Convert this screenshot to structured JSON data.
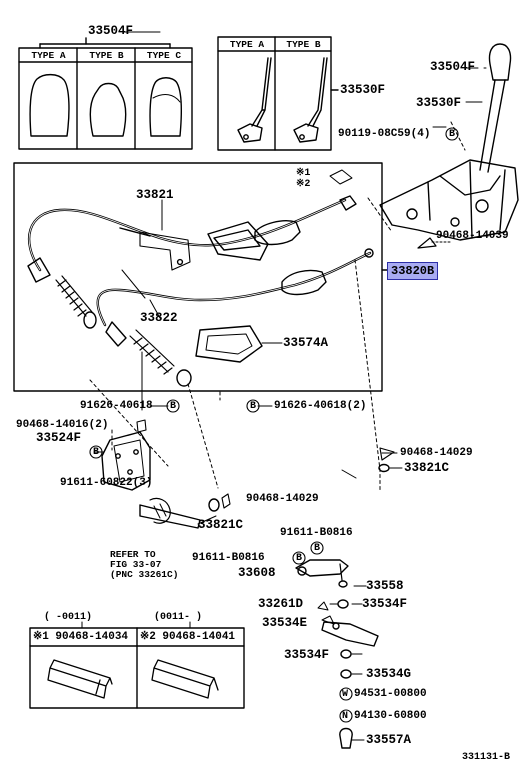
{
  "header": {
    "knob_part": "33504F",
    "knob_types": [
      "TYPE A",
      "TYPE B",
      "TYPE C"
    ],
    "lever_types": [
      "TYPE A",
      "TYPE B"
    ],
    "lever_part": "33530F"
  },
  "parts": {
    "knob_upper": "33504F",
    "lever_upper": "33530F",
    "bolt_lever": "90119-08C59(4)",
    "clip_main": "90468-14039",
    "cable_main": "33820B",
    "cable_1": "33821",
    "cable_2": "33822",
    "plate": "33574A",
    "bolt_left": "91626-40618",
    "bolt_right": "91626-40618(2)",
    "clip_left": "90468-14016(2)",
    "bracket": "33524F",
    "nut": "91611-60822(3)",
    "clip_right": "90468-14029",
    "clip_lower": "90468-14029",
    "bush_right": "33821C",
    "bush_lower": "33821C",
    "bolt_b": "91611-B0816",
    "bolt_b2": "91611-B0816",
    "lever_lower": "33608",
    "part_33558": "33558",
    "part_33261d": "33261D",
    "part_33534f_a": "33534F",
    "part_33534e": "33534E",
    "part_33534f_b": "33534F",
    "part_33534g": "33534G",
    "washer": "94531-00800",
    "nut_n": "94130-60800",
    "part_33557a": "33557A"
  },
  "markers": {
    "m1": "※1",
    "m2": "※2",
    "bolt": "B",
    "washer": "W",
    "nut": "N"
  },
  "refer": "REFER TO\nFIG 33-07\n(PNC 33261C)",
  "variants": {
    "left_range": "( -0011)",
    "right_range": "(0011- )",
    "left_part": "※1 90468-14034",
    "right_part": "※2 90468-14041"
  },
  "footer_code": "331131-B"
}
